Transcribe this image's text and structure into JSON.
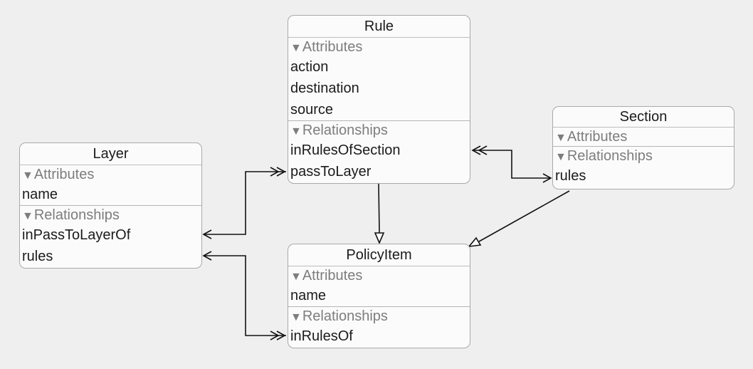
{
  "entities": {
    "rule": {
      "title": "Rule",
      "attributes_label": "Attributes",
      "attributes": [
        "action",
        "destination",
        "source"
      ],
      "relationships_label": "Relationships",
      "relationships": [
        "inRulesOfSection",
        "passToLayer"
      ]
    },
    "section": {
      "title": "Section",
      "attributes_label": "Attributes",
      "attributes": [],
      "relationships_label": "Relationships",
      "relationships": [
        "rules"
      ]
    },
    "layer": {
      "title": "Layer",
      "attributes_label": "Attributes",
      "attributes": [
        "name"
      ],
      "relationships_label": "Relationships",
      "relationships": [
        "inPassToLayerOf",
        "rules"
      ]
    },
    "policyitem": {
      "title": "PolicyItem",
      "attributes_label": "Attributes",
      "attributes": [
        "name"
      ],
      "relationships_label": "Relationships",
      "relationships": [
        "inRulesOf"
      ]
    }
  },
  "icons": {
    "disclosure": "disclosure-triangle-icon"
  },
  "colors": {
    "background": "#efefef",
    "entity_fill": "#fbfbfb",
    "entity_border": "#a9a9a9",
    "section_label": "#7d7d7d",
    "text": "#1b1b1b",
    "connector": "#111111"
  }
}
